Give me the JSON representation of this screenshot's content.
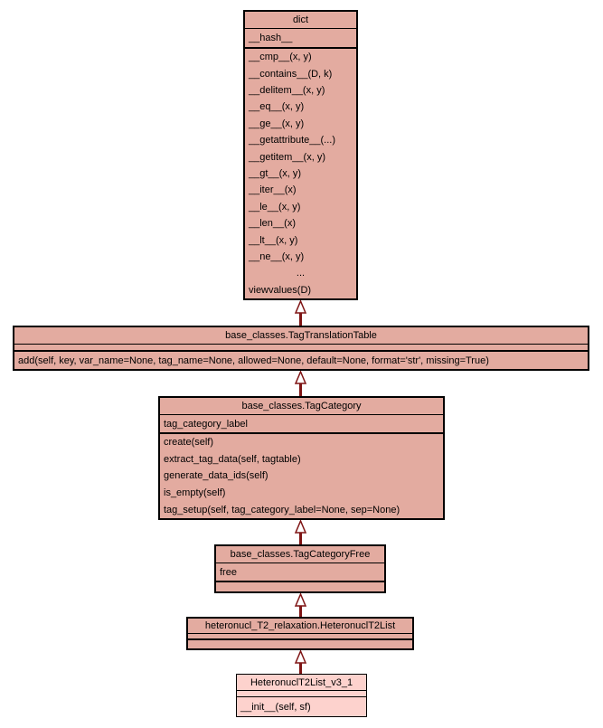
{
  "diagram": {
    "type": "uml-class-inheritance",
    "colors": {
      "background": "#ffffff",
      "box_fill": "#e3aba0",
      "highlight_fill": "#fdd2cd",
      "border": "#000000",
      "arrow": "#7f1414",
      "text": "#000000"
    },
    "classes": [
      {
        "id": "dict",
        "title": "dict",
        "attributes": [
          "__hash__"
        ],
        "methods": [
          "__cmp__(x, y)",
          "__contains__(D, k)",
          "__delitem__(x, y)",
          "__eq__(x, y)",
          "__ge__(x, y)",
          "__getattribute__(...)",
          "__getitem__(x, y)",
          "__gt__(x, y)",
          "__iter__(x)",
          "__le__(x, y)",
          "__len__(x)",
          "__lt__(x, y)",
          "__ne__(x, y)",
          "...",
          "viewvalues(D)"
        ]
      },
      {
        "id": "tag-translation-table",
        "title": "base_classes.TagTranslationTable",
        "attributes": [],
        "methods": [
          "add(self, key, var_name=None, tag_name=None, allowed=None, default=None, format='str', missing=True)"
        ]
      },
      {
        "id": "tag-category",
        "title": "base_classes.TagCategory",
        "attributes": [
          "tag_category_label"
        ],
        "methods": [
          "create(self)",
          "extract_tag_data(self, tagtable)",
          "generate_data_ids(self)",
          "is_empty(self)",
          "tag_setup(self, tag_category_label=None, sep=None)"
        ]
      },
      {
        "id": "tag-category-free",
        "title": "base_classes.TagCategoryFree",
        "attributes": [
          "free"
        ],
        "methods": []
      },
      {
        "id": "heteronucl-t2-list",
        "title": "heteronucl_T2_relaxation.HeteronuclT2List",
        "attributes": [],
        "methods": []
      },
      {
        "id": "heteronucl-t2-list-v3-1",
        "title": "HeteronuclT2List_v3_1",
        "attributes": [],
        "methods": [
          "__init__(self, sf)"
        ],
        "highlighted": true
      }
    ],
    "relations": [
      {
        "from": "tag-translation-table",
        "to": "dict",
        "type": "inheritance"
      },
      {
        "from": "tag-category",
        "to": "tag-translation-table",
        "type": "inheritance"
      },
      {
        "from": "tag-category-free",
        "to": "tag-category",
        "type": "inheritance"
      },
      {
        "from": "heteronucl-t2-list",
        "to": "tag-category-free",
        "type": "inheritance"
      },
      {
        "from": "heteronucl-t2-list-v3-1",
        "to": "heteronucl-t2-list",
        "type": "inheritance"
      }
    ]
  }
}
